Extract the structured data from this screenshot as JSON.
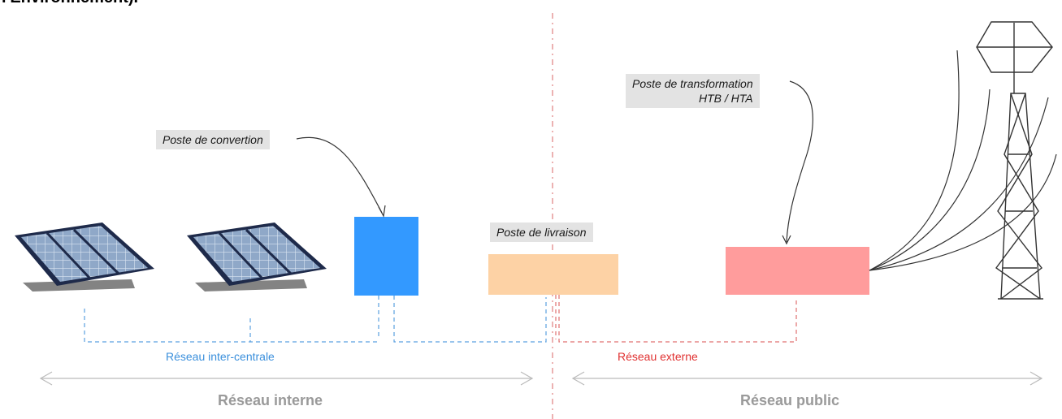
{
  "header": {
    "clipped_text": "l'Environnement)."
  },
  "callouts": {
    "conversion": "Poste de convertion",
    "delivery": "Poste de livraison",
    "transformation_line1": "Poste de transformation",
    "transformation_line2": "HTB / HTA"
  },
  "networks": {
    "inter_plant": "Réseau inter-centrale",
    "external": "Réseau externe"
  },
  "zones": {
    "internal": "Réseau interne",
    "public": "Réseau public"
  },
  "colors": {
    "inter_plant_line": "#5aa0e0",
    "inter_plant_text": "#3a8fdc",
    "external_line": "#e07070",
    "external_text": "#e03030",
    "conversion_station": "#3399ff",
    "delivery_station": "#fdd2a5",
    "transformation_station": "#ff9c9c",
    "separator": "#e08080",
    "panel_frame": "#1e2a4a",
    "panel_cell": "#8fa8c8",
    "panel_shadow": "#555555",
    "arrow": "#bbbbbb",
    "pylon": "#333333"
  },
  "icons": [
    "solar-panel-icon",
    "transmission-pylon-icon"
  ]
}
